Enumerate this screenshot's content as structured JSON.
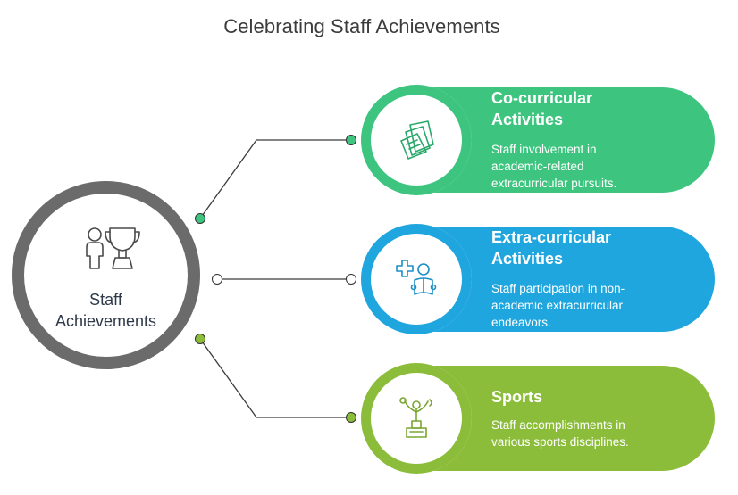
{
  "title": "Celebrating Staff Achievements",
  "hub": {
    "label_line1": "Staff",
    "label_line2": "Achievements",
    "icon": "person-trophy-icon",
    "color": "#6b6b6b"
  },
  "items": [
    {
      "title_line1": "Co-curricular",
      "title_line2": "Activities",
      "desc_line1": "Staff involvement in",
      "desc_line2": "academic-related",
      "desc_line3": "extracurricular pursuits.",
      "icon": "papers-icon",
      "color": "#3dc57f"
    },
    {
      "title_line1": "Extra-curricular",
      "title_line2": "Activities",
      "desc_line1": "Staff participation in non-",
      "desc_line2": "academic extracurricular",
      "desc_line3": "endeavors.",
      "icon": "reading-student-icon",
      "color": "#20a6de"
    },
    {
      "title_line1": "Sports",
      "desc_line1": "Staff accomplishments in",
      "desc_line2": "various sports disciplines.",
      "icon": "sports-award-icon",
      "color": "#8cbd3a"
    }
  ]
}
